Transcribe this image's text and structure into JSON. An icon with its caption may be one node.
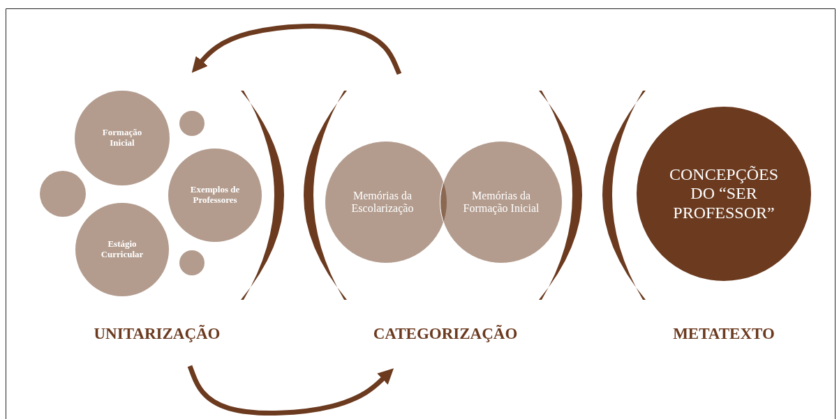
{
  "diagram": {
    "nodes": [
      {
        "text": [
          "Formação Inicial"
        ]
      },
      {
        "text": [],
        "shape": "circle"
      },
      {
        "text": [],
        "shape": "circle"
      },
      {
        "text": [
          "Exemplos de Professores"
        ]
      },
      {
        "text": [
          "Estágio Curricular"
        ]
      },
      {
        "text": [],
        "shape": "circle"
      },
      {
        "text": [
          "Memórias da Escolarização"
        ]
      },
      {
        "text": [
          "Memórias da Formação Inicial"
        ]
      },
      {
        "text": [
          "CONCEPÇÕES DO “SER PROFESSOR”"
        ]
      }
    ],
    "labels": [
      "UNITARIZAÇÃO",
      "CATEGORIZAÇÃO",
      "METATEXTO"
    ]
  }
}
